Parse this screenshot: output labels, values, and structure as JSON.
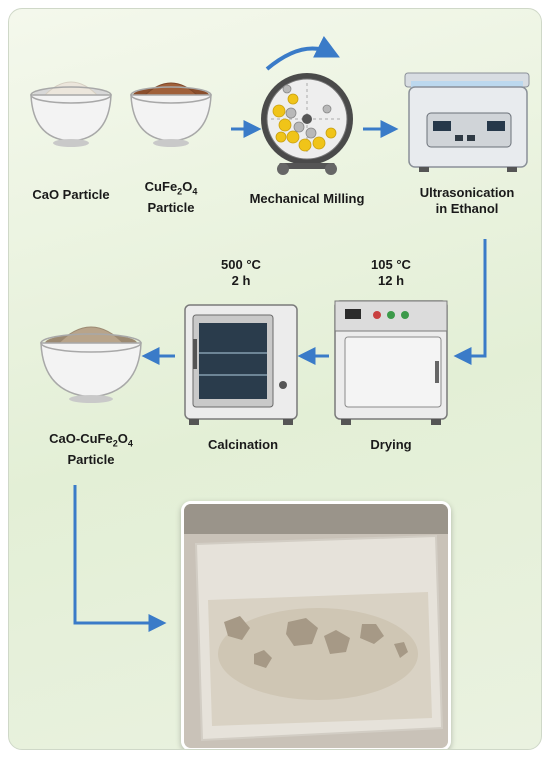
{
  "steps": {
    "cao": {
      "label": "CaO Particle"
    },
    "cufe2o4": {
      "label_main": "CuFe",
      "sub1": "2",
      "mid": "O",
      "sub2": "4",
      "label_line2": "Particle"
    },
    "milling": {
      "label": "Mechanical Milling"
    },
    "ultrasonication": {
      "line1": "Ultrasonication",
      "line2": "in Ethanol"
    },
    "drying": {
      "label": "Drying",
      "temp": "105 °C",
      "time": "12 h"
    },
    "calcination": {
      "label": "Calcination",
      "temp": "500 °C",
      "time": "2 h"
    },
    "composite": {
      "prefix": "CaO-CuFe",
      "sub1": "2",
      "mid": "O",
      "sub2": "4",
      "line2": "Particle"
    }
  },
  "colors": {
    "arrow": "#3a7bc8",
    "background": "#e8f1dc",
    "cao_powder": "#ece6dc",
    "cufe2o4_powder": "#a0603a",
    "composite_powder": "#b8a48a"
  },
  "icons": [
    "bowl-icon",
    "ball-mill-icon",
    "ultrasonic-bath-icon",
    "drying-oven-icon",
    "furnace-icon",
    "product-photo"
  ]
}
